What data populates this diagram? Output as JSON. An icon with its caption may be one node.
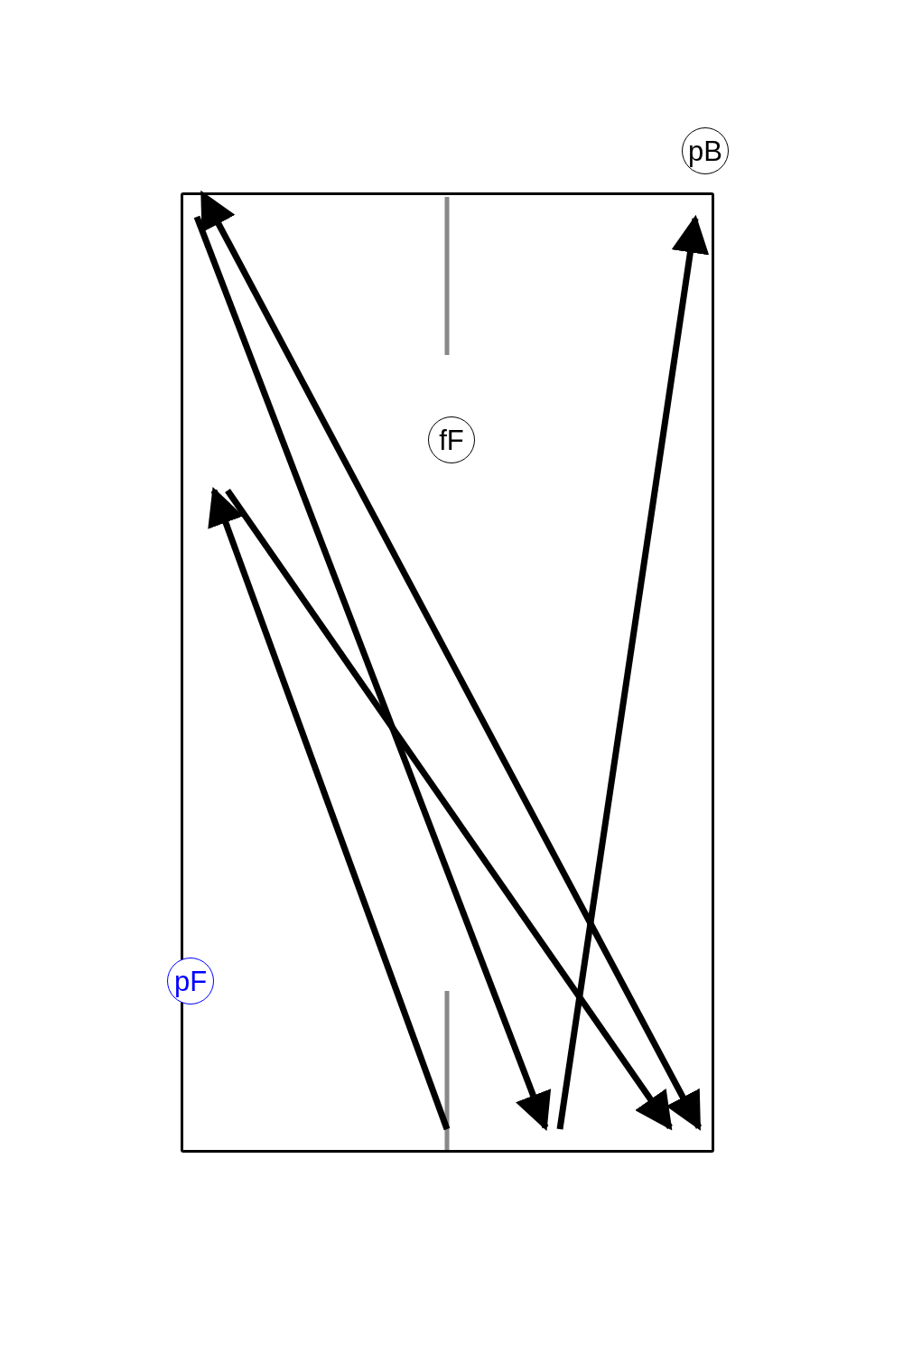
{
  "diagram": {
    "nodes": [
      {
        "text": [],
        "shape": "box"
      },
      {
        "text": [
          "pB"
        ]
      },
      {
        "text": [
          "fF"
        ],
        "in": 0
      },
      {
        "text": [
          "pF"
        ]
      }
    ]
  }
}
